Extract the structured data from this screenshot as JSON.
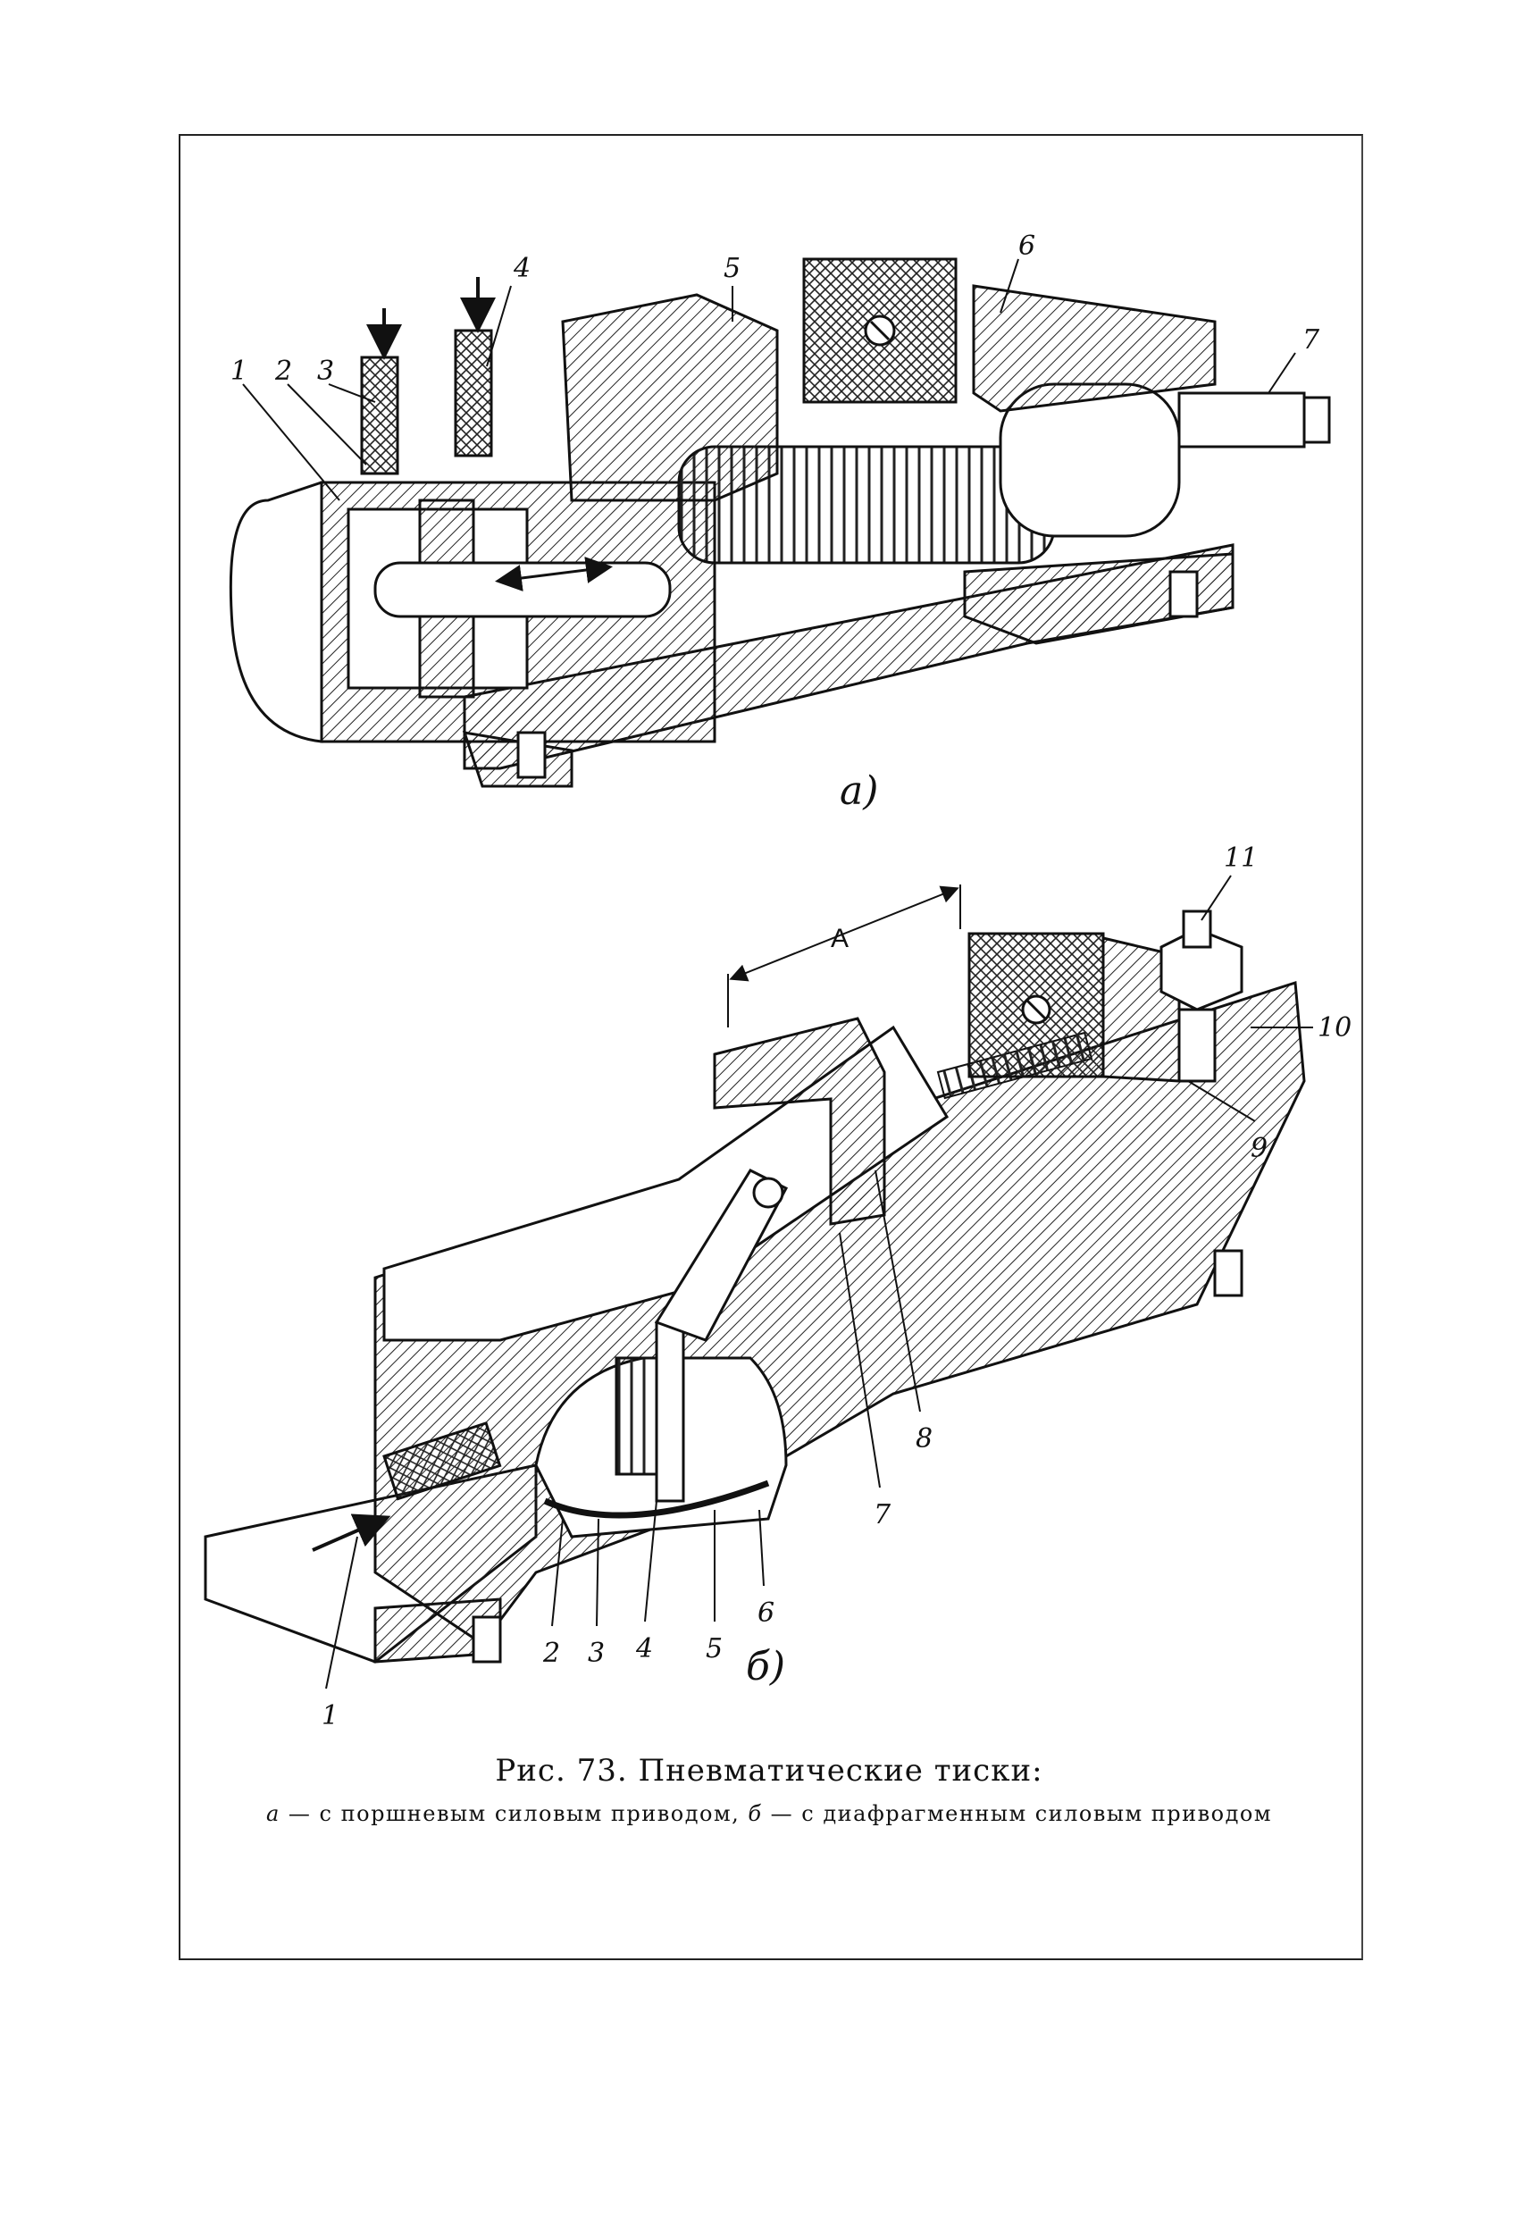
{
  "figure": {
    "top_view": {
      "sublabel": "а)",
      "callouts": [
        "1",
        "2",
        "3",
        "4",
        "5",
        "6",
        "7"
      ]
    },
    "bottom_view": {
      "sublabel": "б)",
      "dimension": "A",
      "callouts": [
        "1",
        "2",
        "3",
        "4",
        "5",
        "6",
        "7",
        "8",
        "9",
        "10",
        "11"
      ]
    }
  },
  "caption": {
    "title": "Рис. 73. Пневматические тиски:",
    "part_a_letter": "а",
    "part_a_text": " — с поршневым силовым приводом, ",
    "part_b_letter": "б",
    "part_b_text": " — с диафрагменным силовым приводом"
  }
}
